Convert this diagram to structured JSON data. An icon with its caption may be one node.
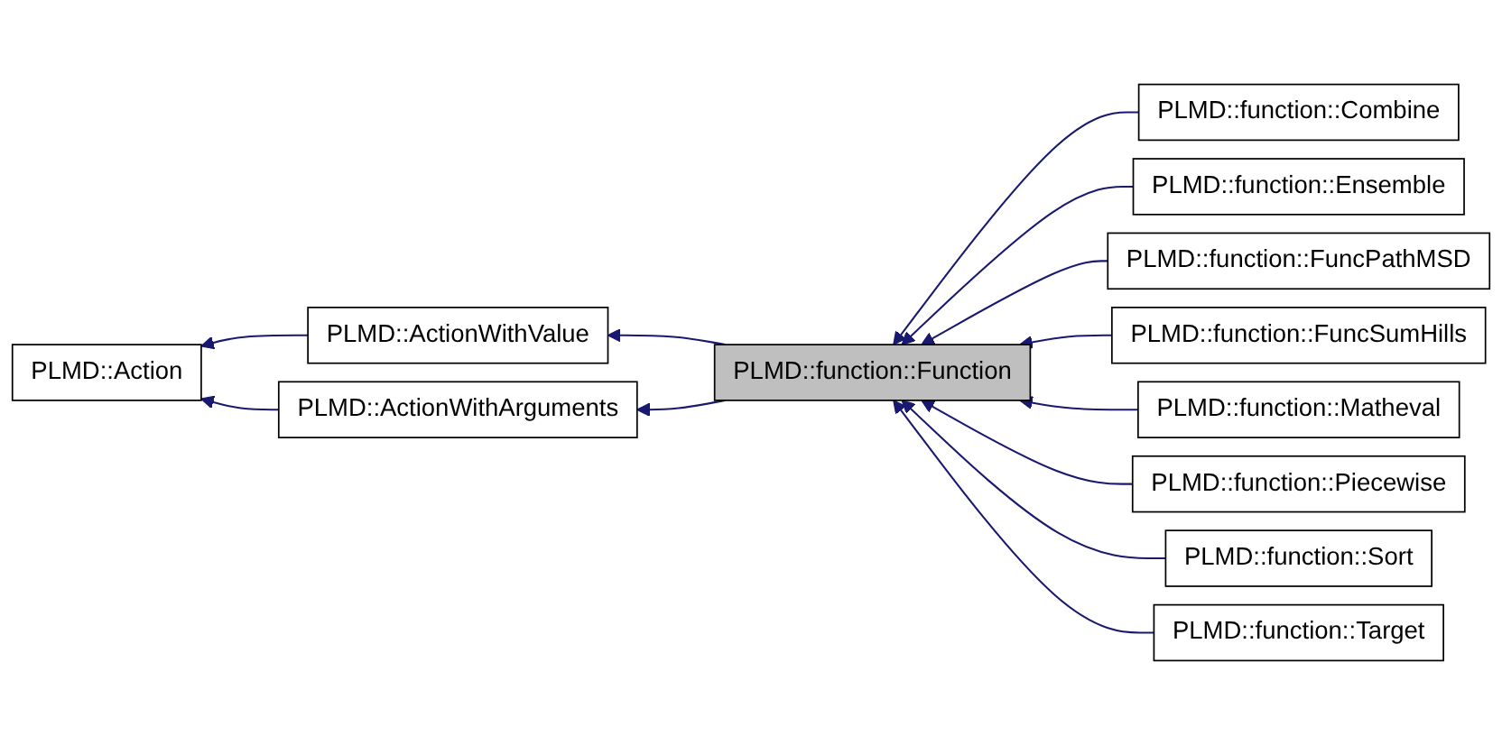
{
  "diagram": {
    "nodes": [
      {
        "text": [
          "PLMD::Action"
        ]
      },
      {
        "text": [
          "PLMD::ActionWithValue"
        ]
      },
      {
        "text": [
          "PLMD::ActionWithArguments"
        ]
      },
      {
        "text": [
          "PLMD::function::Function"
        ]
      },
      {
        "text": [
          "PLMD::function::Combine"
        ]
      },
      {
        "text": [
          "PLMD::function::Ensemble"
        ]
      },
      {
        "text": [
          "PLMD::function::FuncPathMSD"
        ]
      },
      {
        "text": [
          "PLMD::function::FuncSumHills"
        ]
      },
      {
        "text": [
          "PLMD::function::Matheval"
        ]
      },
      {
        "text": [
          "PLMD::function::Piecewise"
        ]
      },
      {
        "text": [
          "PLMD::function::Sort"
        ]
      },
      {
        "text": [
          "PLMD::function::Target"
        ]
      }
    ],
    "edges": [
      {
        "from": 1,
        "to": 0,
        "arrow": "to"
      },
      {
        "from": 2,
        "to": 0,
        "arrow": "to"
      },
      {
        "from": 3,
        "to": 1,
        "arrow": "to"
      },
      {
        "from": 3,
        "to": 2,
        "arrow": "to"
      },
      {
        "from": 4,
        "to": 3,
        "arrow": "to"
      },
      {
        "from": 5,
        "to": 3,
        "arrow": "to"
      },
      {
        "from": 6,
        "to": 3,
        "arrow": "to"
      },
      {
        "from": 7,
        "to": 3,
        "arrow": "to"
      },
      {
        "from": 8,
        "to": 3,
        "arrow": "to"
      },
      {
        "from": 9,
        "to": 3,
        "arrow": "to"
      },
      {
        "from": 10,
        "to": 3,
        "arrow": "to"
      },
      {
        "from": 11,
        "to": 3,
        "arrow": "to"
      }
    ]
  }
}
